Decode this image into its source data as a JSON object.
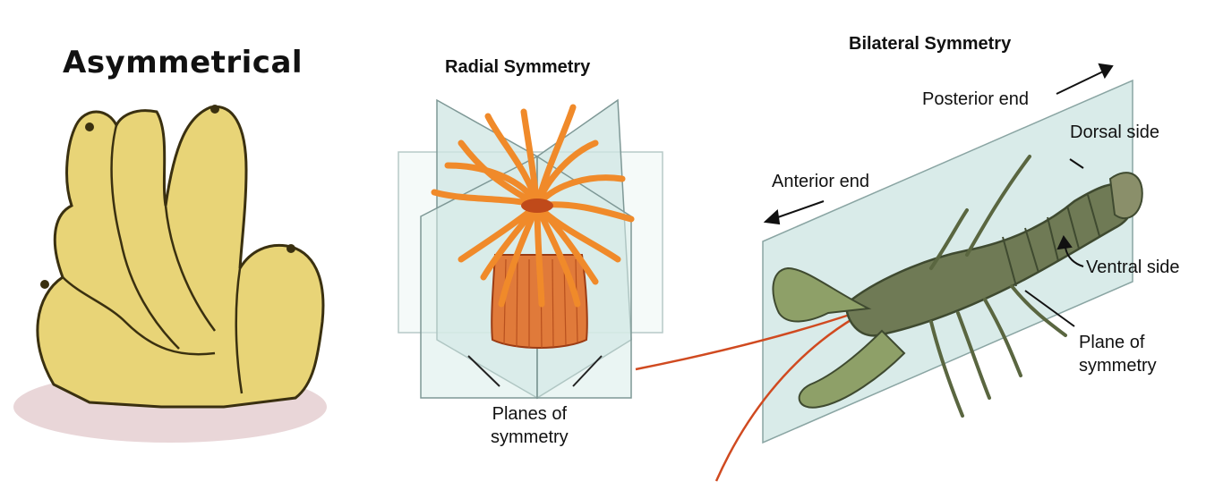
{
  "panels": {
    "asymmetrical": {
      "title": "Asymmetrical"
    },
    "radial": {
      "title": "Radial Symmetry",
      "planes_label_line1": "Planes of",
      "planes_label_line2": "symmetry"
    },
    "bilateral": {
      "title": "Bilateral Symmetry",
      "posterior": "Posterior end",
      "anterior": "Anterior end",
      "dorsal": "Dorsal side",
      "ventral": "Ventral side",
      "plane_line1": "Plane of",
      "plane_line2": "symmetry"
    }
  },
  "colors": {
    "sponge": "#e8d477",
    "sponge_outline": "#3a3010",
    "plane": "#cfe6e3",
    "anemone_body": "#e07a3a",
    "tentacle": "#f08a2a",
    "crayfish": "#6f7a55",
    "crayfish_dark": "#3f4a30",
    "antenna": "#d04a20"
  },
  "icons": {
    "sponge": "sponge-illustration",
    "anemone": "sea-anemone-illustration",
    "crayfish": "crayfish-illustration"
  }
}
